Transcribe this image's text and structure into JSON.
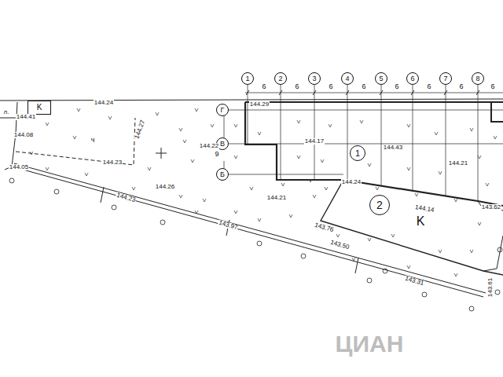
{
  "diagram": {
    "nodes": [
      {
        "text": [
          "K"
        ]
      },
      {
        "text": [
          "1"
        ]
      },
      {
        "text": [
          "2"
        ]
      },
      {
        "text": [
          "3"
        ]
      },
      {
        "text": [
          "4"
        ]
      },
      {
        "text": [
          "5"
        ]
      },
      {
        "text": [
          "6"
        ]
      },
      {
        "text": [
          "7"
        ]
      },
      {
        "text": [
          "8"
        ]
      },
      {
        "text": [
          "Г"
        ]
      },
      {
        "text": [
          "В"
        ]
      },
      {
        "text": [
          "Б"
        ]
      },
      {
        "text": [
          "1"
        ]
      },
      {
        "text": [
          "2"
        ]
      }
    ],
    "labels": [
      "144.41",
      "144.24",
      "144.08",
      "144.27",
      "144.23",
      "144.05",
      "144.26",
      "144.23",
      "143.97",
      "144.21",
      "144.22",
      "144.29",
      "144.17",
      "144.43",
      "144.21",
      "144.24",
      "144.14",
      "143.76",
      "143.50",
      "143.31",
      "143.61",
      "143.62",
      "ч",
      "л.",
      "6",
      "6",
      "6",
      "6",
      "6",
      "6",
      "6",
      "6",
      "9",
      "K",
      "ЦИАН"
    ]
  }
}
